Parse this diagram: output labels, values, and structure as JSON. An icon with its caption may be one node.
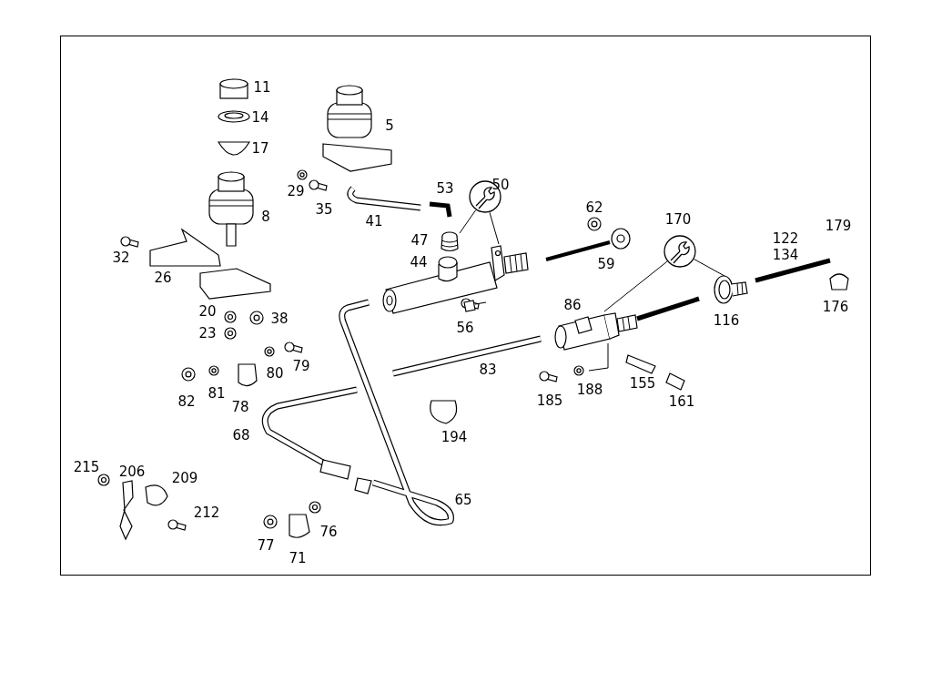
{
  "diagram": {
    "nodes": [
      {
        "text": [],
        "shape": "circle",
        "beside": [
          "50"
        ]
      },
      {
        "text": [],
        "shape": "picture"
      },
      {
        "text": [],
        "shape": "picture"
      },
      {
        "text": [],
        "shape": "circle",
        "beside": [
          "170"
        ]
      },
      {
        "text": [],
        "shape": "picture"
      },
      {
        "text": [],
        "shape": "picture"
      }
    ],
    "edges": [
      {
        "from": 0,
        "to": 1,
        "arrow": "none"
      },
      {
        "from": 0,
        "to": 2,
        "arrow": "none"
      },
      {
        "from": 3,
        "to": 4,
        "arrow": "none"
      },
      {
        "from": 3,
        "to": 5,
        "arrow": "none"
      }
    ],
    "labels": [
      "11",
      "5",
      "14",
      "17",
      "29",
      "35",
      "53",
      "62",
      "8",
      "41",
      "47",
      "59",
      "32",
      "44",
      "26",
      "122",
      "134",
      "179",
      "116",
      "176",
      "20",
      "38",
      "86",
      "56",
      "23",
      "83",
      "79",
      "80",
      "82",
      "81",
      "78",
      "188",
      "185",
      "155",
      "161",
      "68",
      "194",
      "215",
      "206",
      "209",
      "65",
      "212",
      "76",
      "77",
      "71"
    ]
  }
}
